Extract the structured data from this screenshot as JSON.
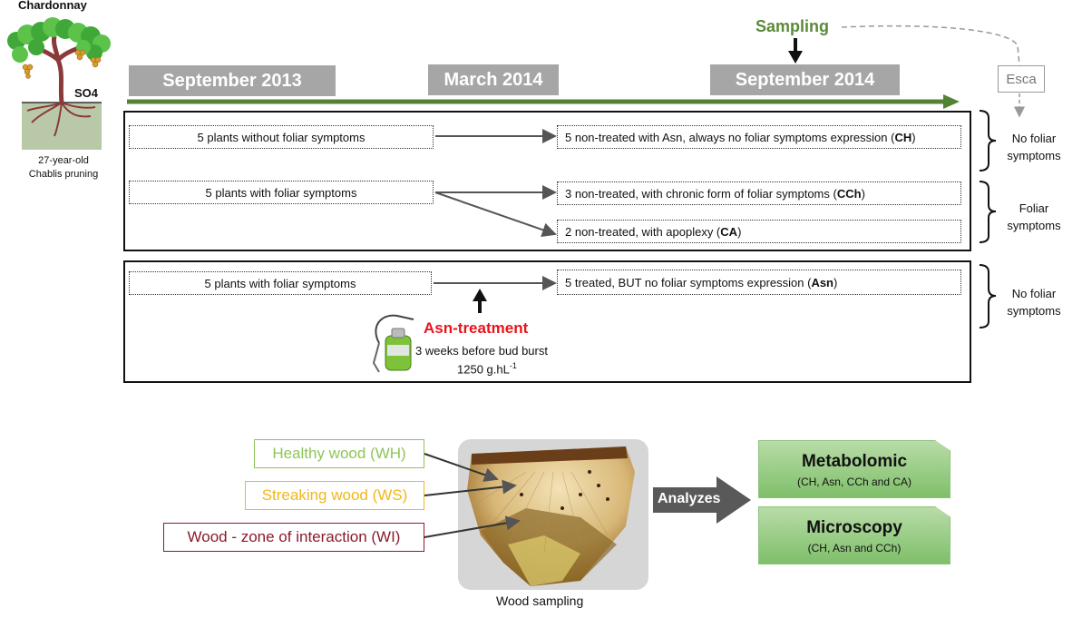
{
  "plant": {
    "variety": "Chardonnay",
    "rootstock": "SO4",
    "age_line1": "27-year-old",
    "age_line2": "Chablis pruning"
  },
  "timeline": {
    "dates": [
      "September 2013",
      "March 2014",
      "September 2014"
    ],
    "sampling": "Sampling",
    "esca": "Esca"
  },
  "groups": {
    "g1_source": "5 plants without foliar symptoms",
    "g1_target_prefix": "5 non-treated with Asn, always no foliar symptoms expression (",
    "g1_target_code": "CH",
    "g2_source": "5 plants with foliar symptoms",
    "g2_target_a_prefix": "3 non-treated, with chronic form of foliar symptoms (",
    "g2_target_a_code": "CCh",
    "g2_target_b_prefix": "2 non-treated, with apoplexy (",
    "g2_target_b_code": "CA",
    "g3_source": "5 plants with foliar symptoms",
    "g3_target_prefix": "5 treated, BUT no foliar symptoms expression (",
    "g3_target_code": "Asn",
    "close_paren": ")"
  },
  "right_labels": {
    "no_foliar_1_line1": "No foliar",
    "no_foliar_1_line2": "symptoms",
    "foliar_line1": "Foliar",
    "foliar_line2": "symptoms",
    "no_foliar_2_line1": "No foliar",
    "no_foliar_2_line2": "symptoms"
  },
  "treatment": {
    "title": "Asn-treatment",
    "timing": "3 weeks before bud burst",
    "dose": "1250 g.hL",
    "dose_exp": "-1"
  },
  "wood": {
    "healthy": "Healthy wood (WH)",
    "streaking": "Streaking wood (WS)",
    "interaction": "Wood - zone of interaction (WI)",
    "caption": "Wood sampling"
  },
  "analyzes": "Analyzes",
  "outputs": {
    "metabolomic_title": "Metabolomic",
    "metabolomic_sub": "(CH, Asn, CCh and CA)",
    "microscopy_title": "Microscopy",
    "microscopy_sub": "(CH, Asn and CCh)"
  },
  "colors": {
    "timeline_green": "#548235",
    "sampling_green": "#5a8a3a",
    "treatment_red": "#e8141c",
    "healthy": "#8fc45a",
    "streaking": "#f2b718",
    "interaction": "#8b1a2b",
    "date_gray": "#a6a6a6"
  }
}
